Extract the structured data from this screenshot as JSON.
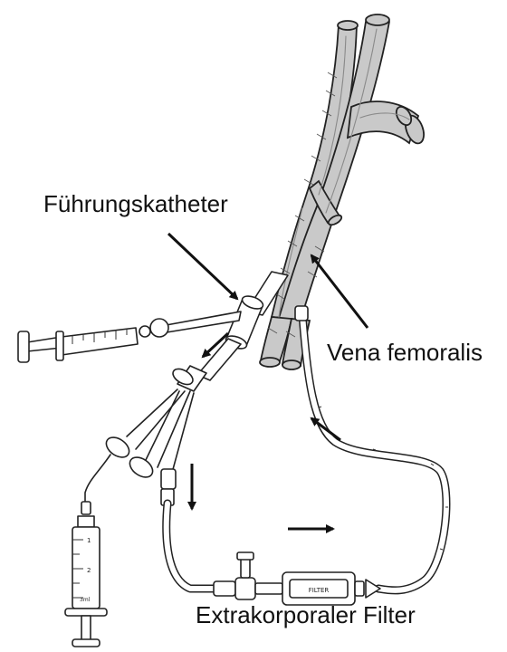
{
  "labels": {
    "guide_catheter": "Führungskatheter",
    "vena_femoralis": "Vena femoralis",
    "extracorporeal_filter": "Extrakorporaler Filter"
  },
  "device_marks": {
    "filter_text": "FILTER",
    "syringe_scale": [
      "1",
      "2",
      "3ml"
    ]
  }
}
